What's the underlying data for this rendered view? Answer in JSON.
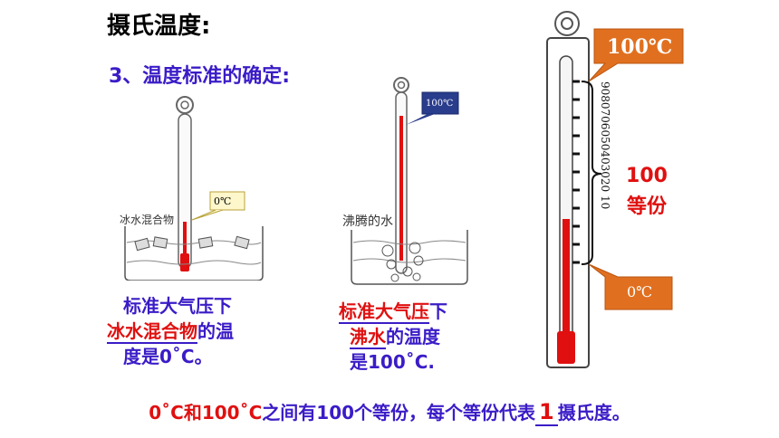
{
  "title": "摄氏温度:",
  "subtitle": "3、温度标准的确定:",
  "left": {
    "beaker_label": "冰水混合物",
    "temp_box": "0℃",
    "caption_line1": "标准大气压下",
    "caption_line2_u": "冰水混合物",
    "caption_line2_rest": "的温",
    "caption_line3": "度是0˚C。"
  },
  "middle": {
    "beaker_label": "沸腾的水",
    "temp_box": "100℃",
    "caption_line1_u": "标准大气压",
    "caption_line1_rest": "下",
    "caption_line2_u": "沸水",
    "caption_line2_rest": "的温度",
    "caption_line3": "是100˚C."
  },
  "right": {
    "top_label": "100℃",
    "bottom_label": "0℃",
    "scale_text": "9080706050403020 10",
    "equal_parts_num": "100",
    "equal_parts_text": "等份"
  },
  "bottom": {
    "part1": "0˚C和100˚C",
    "part2": "之间有100个等份，每个等份代表",
    "number": "1",
    "part3": "摄氏度。"
  },
  "colors": {
    "accent_blue": "#3b1cc7",
    "mercury_red": "#e01010",
    "label_orange": "#e07020"
  }
}
